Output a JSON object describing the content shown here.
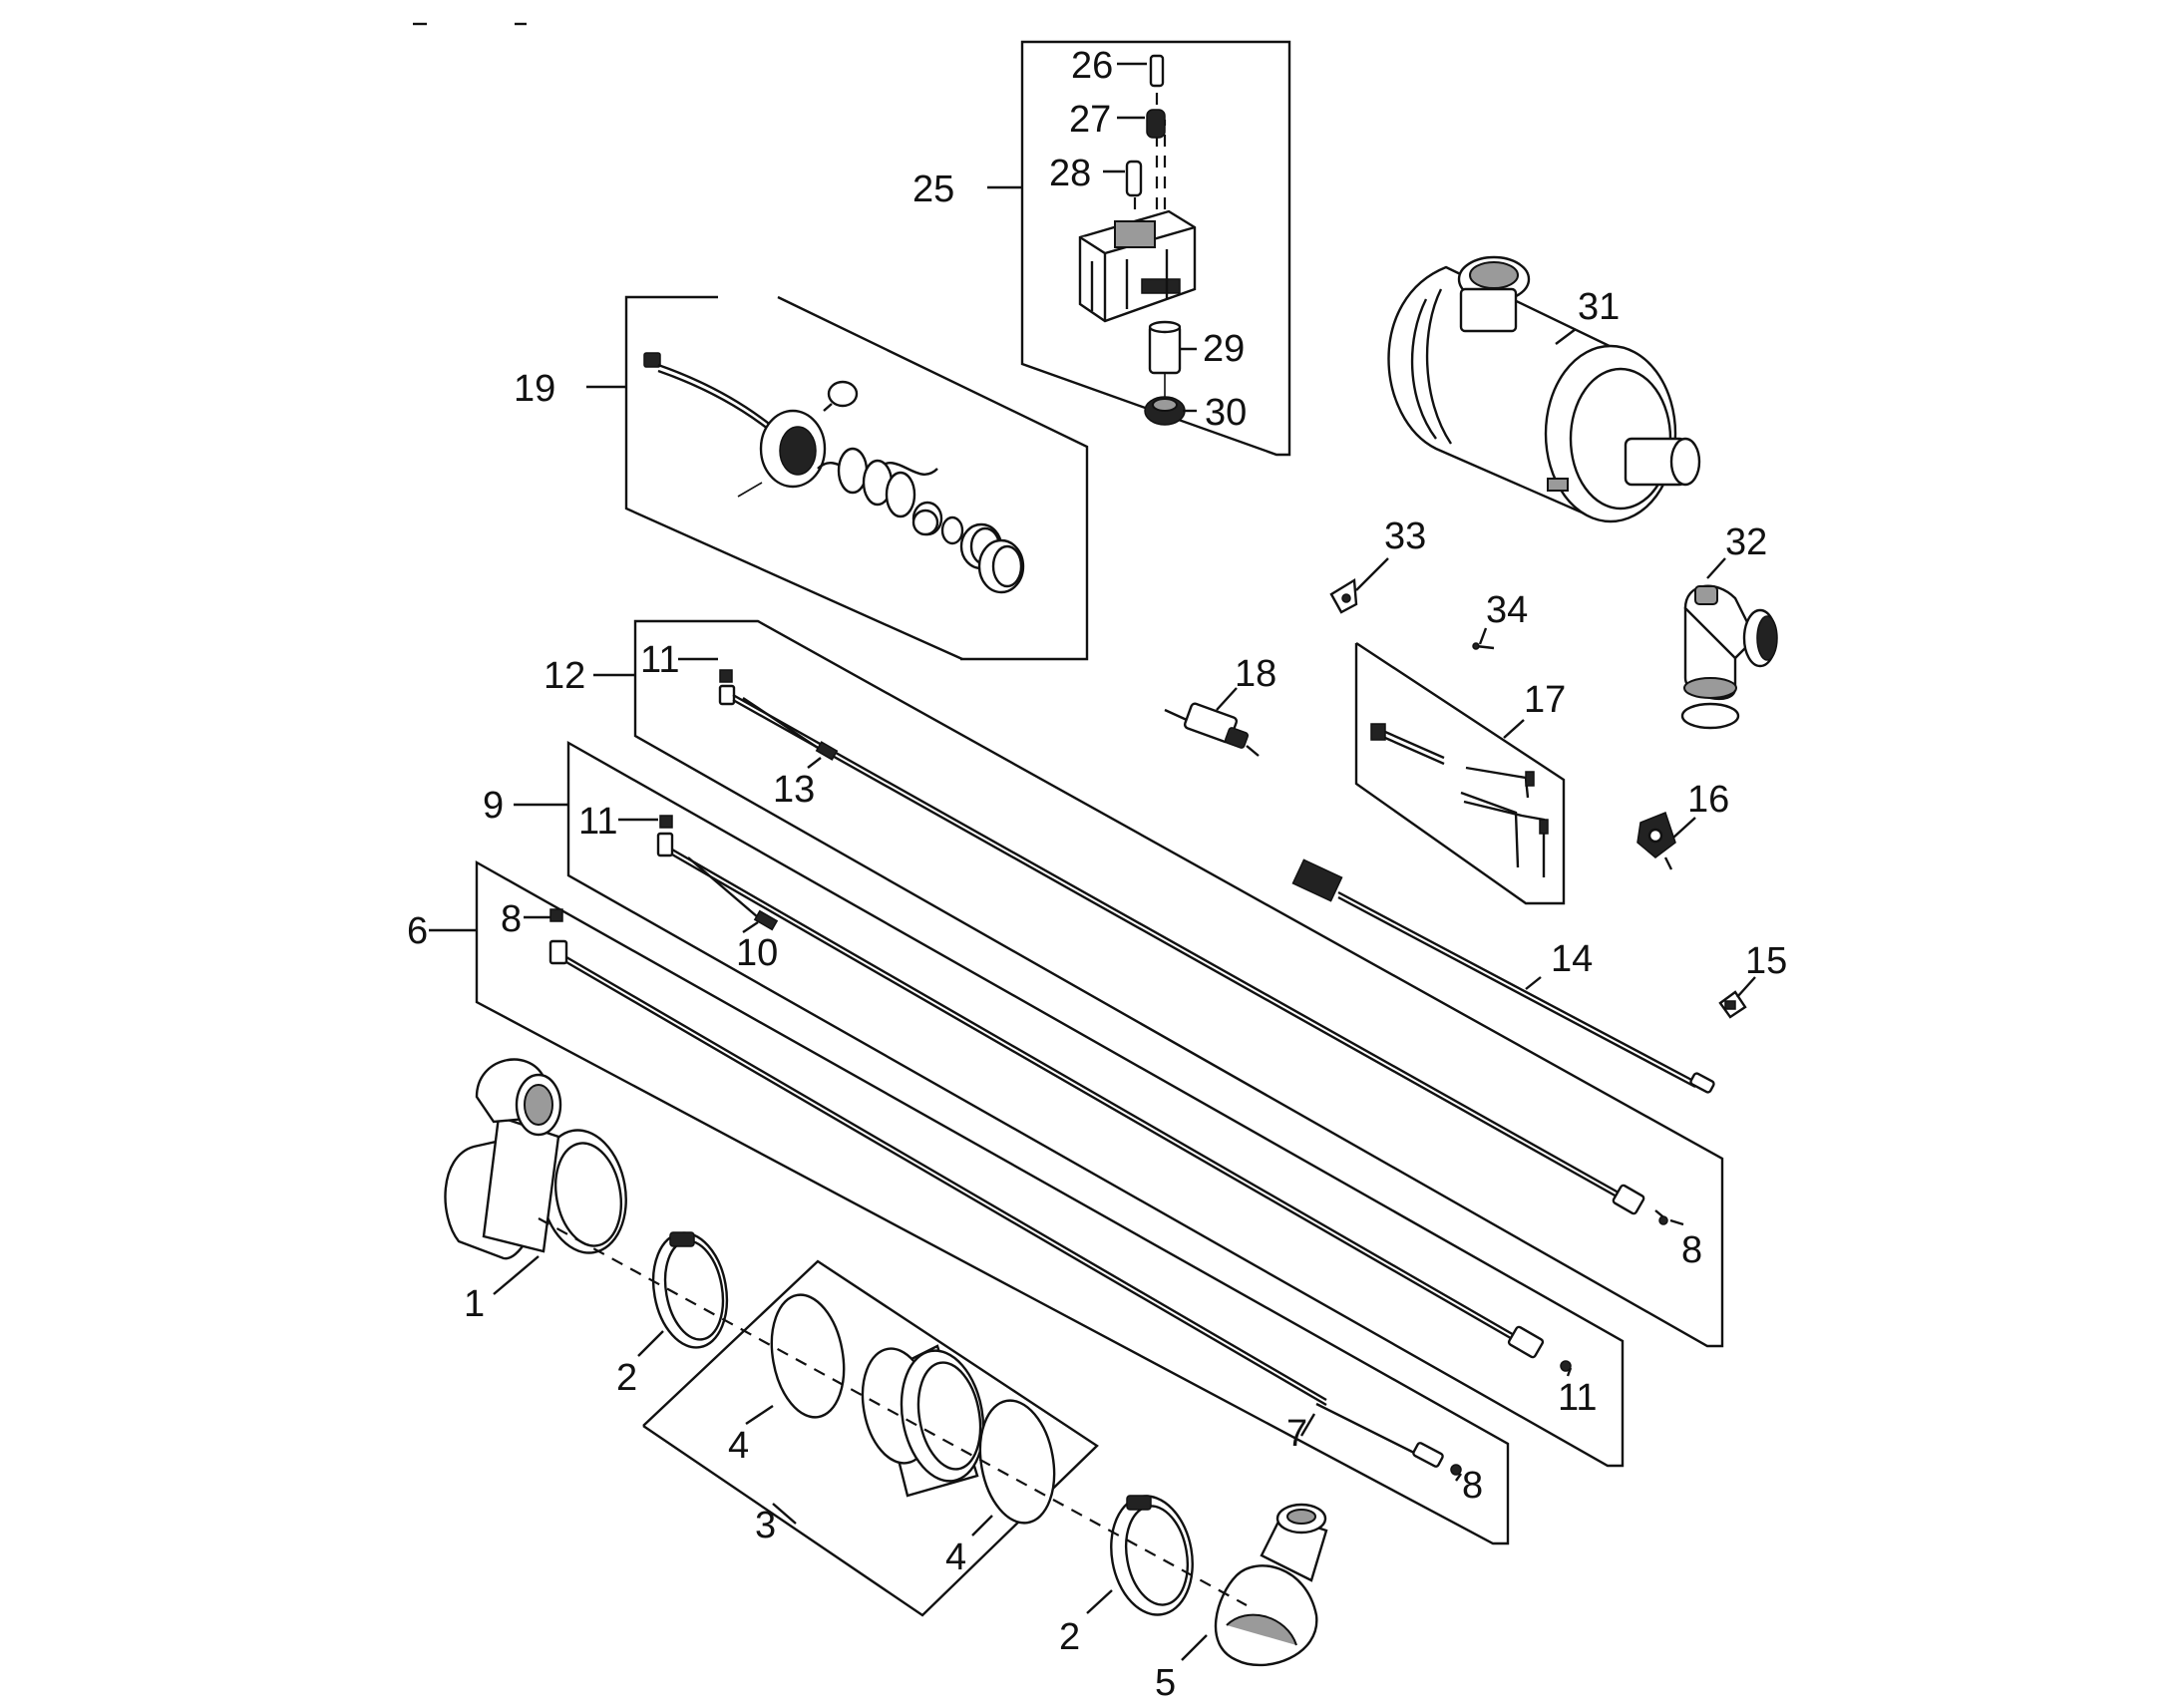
{
  "diagram": {
    "type": "exploded parts diagram",
    "callouts": {
      "c1": "1",
      "c2a": "2",
      "c2b": "2",
      "c3": "3",
      "c4a": "4",
      "c4b": "4",
      "c5": "5",
      "c6": "6",
      "c7": "7",
      "c8a": "8",
      "c8b": "8",
      "c8c": "8",
      "c9": "9",
      "c10": "10",
      "c11a": "11",
      "c11b": "11",
      "c11c": "11",
      "c12": "12",
      "c13": "13",
      "c14": "14",
      "c15": "15",
      "c16": "16",
      "c17": "17",
      "c18": "18",
      "c19": "19",
      "c25": "25",
      "c26": "26",
      "c27": "27",
      "c28": "28",
      "c29": "29",
      "c30": "30",
      "c31": "31",
      "c32": "32",
      "c33": "33",
      "c34": "34"
    }
  }
}
